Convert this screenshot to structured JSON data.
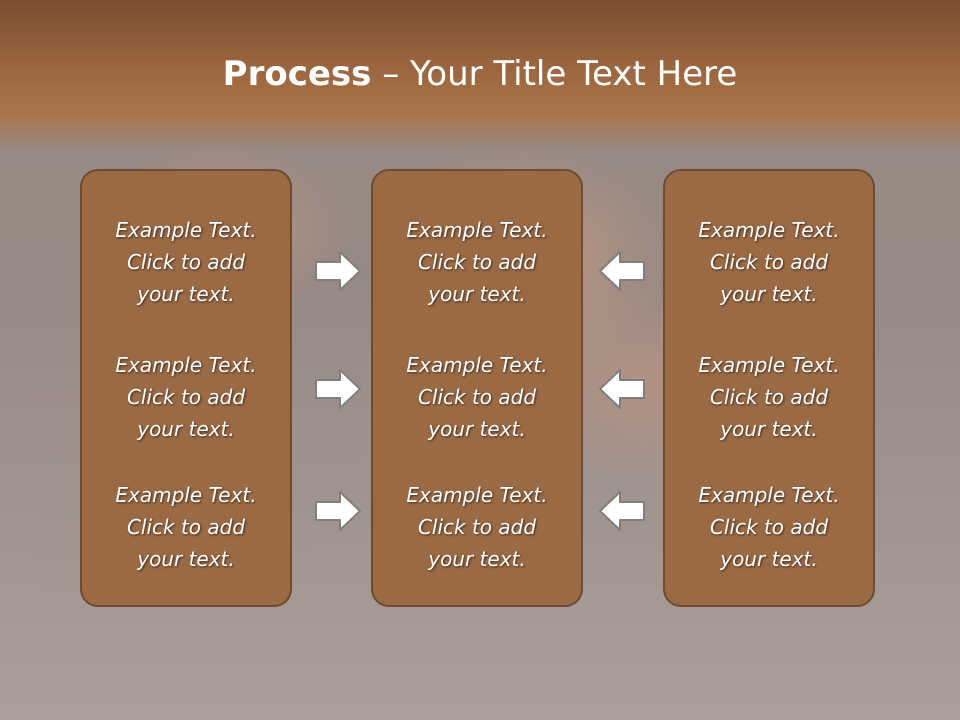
{
  "slide": {
    "title_strong": "Process",
    "title_sep": " – ",
    "title_rest": "Your Title Text Here"
  },
  "panels": [
    {
      "items": [
        {
          "line1": "Example Text.",
          "line2": "Click  to add",
          "line3": "your text."
        },
        {
          "line1": "Example Text.",
          "line2": "Click  to add",
          "line3": "your text."
        },
        {
          "line1": "Example Text.",
          "line2": "Click  to add",
          "line3": "your text."
        }
      ]
    },
    {
      "items": [
        {
          "line1": "Example Text.",
          "line2": "Click  to add",
          "line3": "your text."
        },
        {
          "line1": "Example Text.",
          "line2": "Click  to add",
          "line3": "your text."
        },
        {
          "line1": "Example Text.",
          "line2": "Click  to add",
          "line3": "your text."
        }
      ]
    },
    {
      "items": [
        {
          "line1": "Example Text.",
          "line2": "Click  to add",
          "line3": "your text."
        },
        {
          "line1": "Example Text.",
          "line2": "Click  to add",
          "line3": "your text."
        },
        {
          "line1": "Example Text.",
          "line2": "Click  to add",
          "line3": "your text."
        }
      ]
    }
  ],
  "arrows": {
    "left_column": "right-arrow-icon",
    "right_column": "left-arrow-icon"
  },
  "colors": {
    "title_bar": "#9a6640",
    "panel_fill": "#9a6a45",
    "panel_border": "#6d4a30",
    "arrow_fill": "#ffffff",
    "arrow_stroke": "#7f7f7f"
  }
}
